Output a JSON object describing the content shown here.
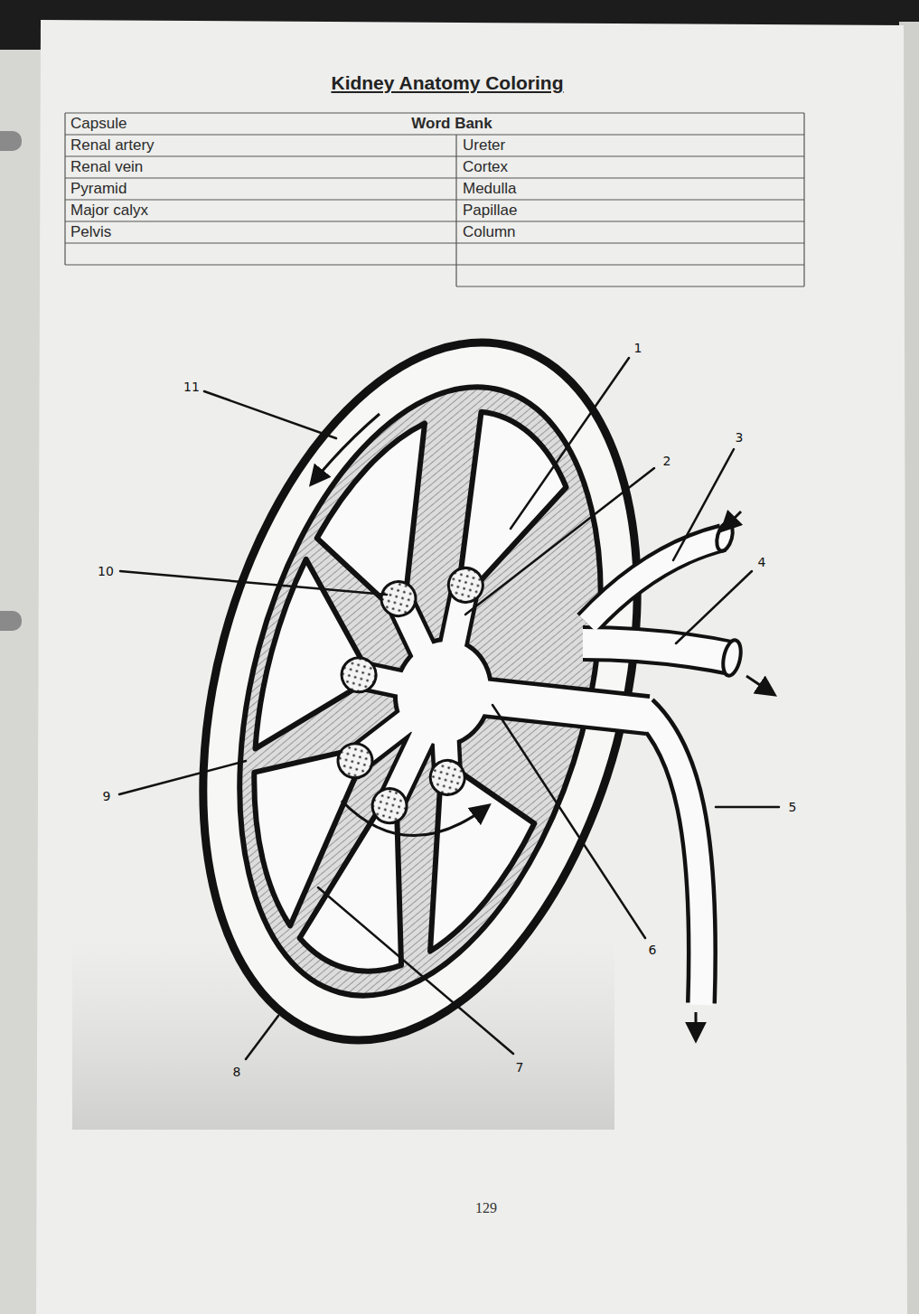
{
  "diagram": {
    "title": "Kidney Anatomy Coloring",
    "labels": [
      "Word Bank",
      "Capsule",
      "Renal artery",
      "Renal vein",
      "Pyramid",
      "Major calyx",
      "Pelvis",
      "Ureter",
      "Cortex",
      "Medulla",
      "Papillae",
      "Column",
      "1",
      "2",
      "3",
      "4",
      "5",
      "6",
      "7",
      "8",
      "9",
      "10",
      "11",
      "129"
    ]
  }
}
